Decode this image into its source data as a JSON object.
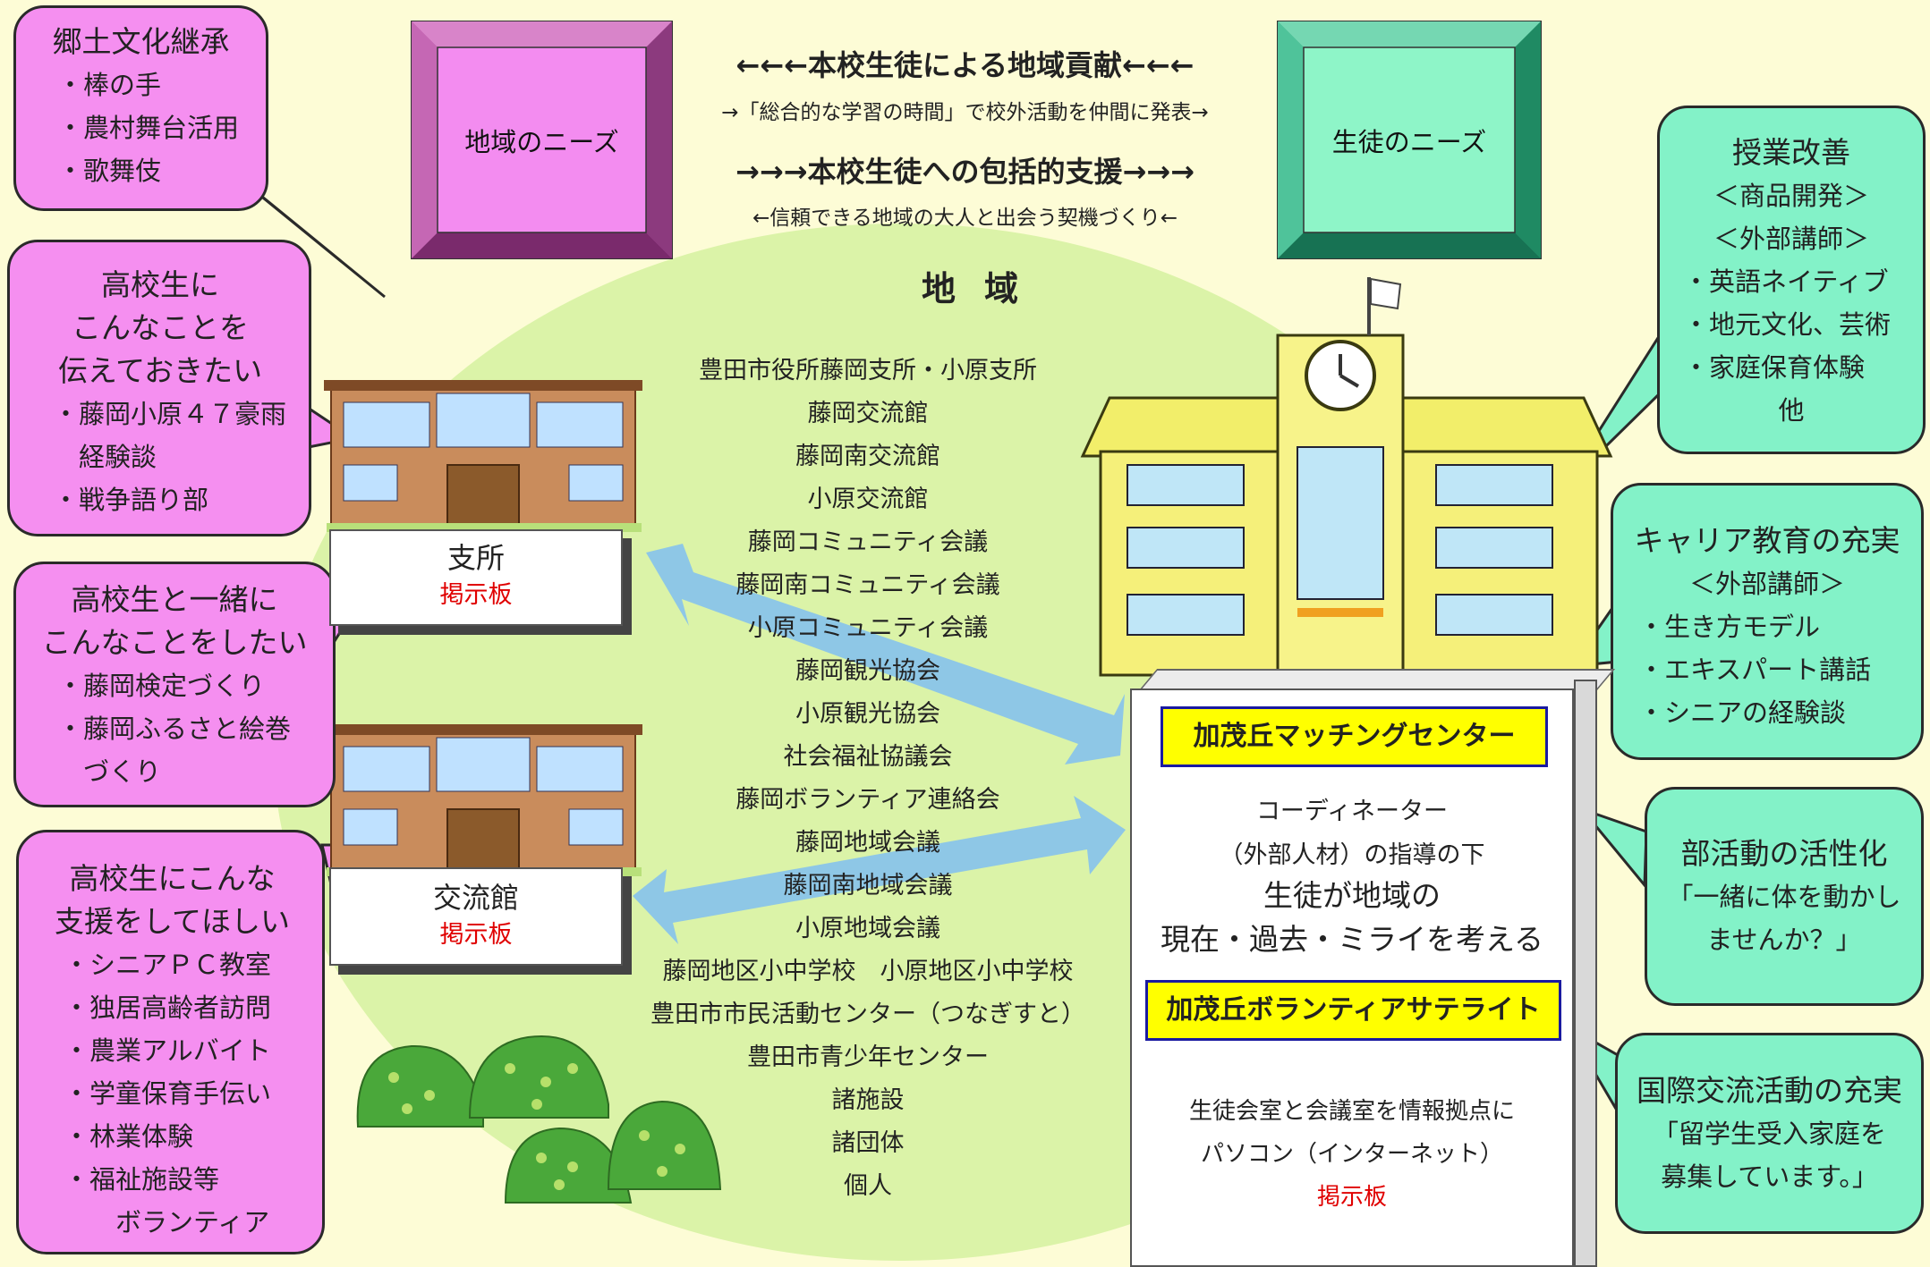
{
  "header": {
    "left_box": "地域のニーズ",
    "right_box": "生徒のニーズ",
    "arrow1_title": "←←←本校生徒による地域貢献←←←",
    "arrow1_sub": "→「総合的な学習の時間」で校外活動を仲間に発表→",
    "arrow2_title": "→→→本校生徒への包括的支援→→→",
    "arrow2_sub": "←信頼できる地域の大人と出会う契機づくり←"
  },
  "region": {
    "title": "地域",
    "organizations": [
      "豊田市役所藤岡支所・小原支所",
      "藤岡交流館",
      "藤岡南交流館",
      "小原交流館",
      "藤岡コミュニティ会議",
      "藤岡南コミュニティ会議",
      "小原コミュニティ会議",
      "藤岡観光協会",
      "小原観光協会",
      "社会福祉協議会",
      "藤岡ボランティア連絡会",
      "藤岡地域会議",
      "藤岡南地域会議",
      "小原地域会議",
      "藤岡地区小中学校　小原地区小中学校",
      "豊田市市民活動センター（つなぎすと）",
      "豊田市青少年センター",
      "諸施設",
      "諸団体",
      "個人"
    ]
  },
  "left_bubbles": [
    {
      "title": [
        "郷土文化継承"
      ],
      "items": [
        "・棒の手",
        "・農村舞台活用",
        "・歌舞伎"
      ]
    },
    {
      "title": [
        "高校生に",
        "こんなことを",
        "伝えておきたい"
      ],
      "items": [
        "・藤岡小原４７豪雨",
        "　経験談",
        "・戦争語り部"
      ]
    },
    {
      "title": [
        "高校生と一緒に",
        "こんなことをしたい"
      ],
      "items": [
        "・藤岡検定づくり",
        "・藤岡ふるさと絵巻",
        "　づくり"
      ]
    },
    {
      "title": [
        "高校生にこんな",
        "支援をしてほしい"
      ],
      "items": [
        "・シニアＰＣ教室",
        "・独居高齢者訪問",
        "・農業アルバイト",
        "・学童保育手伝い",
        "・林業体験",
        "・福祉施設等",
        "　　ボランティア"
      ]
    }
  ],
  "right_bubbles": [
    {
      "title": [
        "授業改善"
      ],
      "lines": [
        "＜商品開発＞",
        "＜外部講師＞",
        "・英語ネイティブ",
        "・地元文化、芸術",
        "・家庭保育体験",
        "他"
      ]
    },
    {
      "title": [
        "キャリア教育の充実"
      ],
      "lines": [
        "＜外部講師＞",
        "・生き方モデル",
        "・エキスパート講話",
        "・シニアの経験談"
      ]
    },
    {
      "title": [
        "部活動の活性化"
      ],
      "lines": [
        "「一緒に体を動かし",
        "ませんか？」"
      ]
    },
    {
      "title": [
        "国際交流活動の充実"
      ],
      "lines": [
        "「留学生受入家庭を",
        "募集しています。」"
      ]
    }
  ],
  "facilities": {
    "branch": {
      "name": "支所",
      "board": "掲示板"
    },
    "center": {
      "name": "交流館",
      "board": "掲示板"
    }
  },
  "matching_center": {
    "label": "加茂丘マッチングセンター",
    "line1": "コーディネーター",
    "line2": "（外部人材）の指導の下",
    "line3": "生徒が地域の",
    "line4": "現在・過去・ミライを考える",
    "satellite_label": "加茂丘ボランティアサテライト",
    "sat_line1": "生徒会室と会議室を情報拠点に",
    "sat_line2": "パソコン（インターネット）",
    "sat_board": "掲示板"
  },
  "colors": {
    "background": "#fdfcd6",
    "region_blob": "#dbf3a8",
    "pink_bubble": "#f58ff0",
    "green_bubble": "#83f2c8",
    "arrow": "#8ec7e6",
    "label_yellow": "#ffff00",
    "board_red": "#e00000"
  },
  "icons": [
    "school-building-icon",
    "office-building-icon",
    "forest-hills-icon",
    "double-arrow-icon",
    "flag-icon",
    "clock-icon"
  ]
}
